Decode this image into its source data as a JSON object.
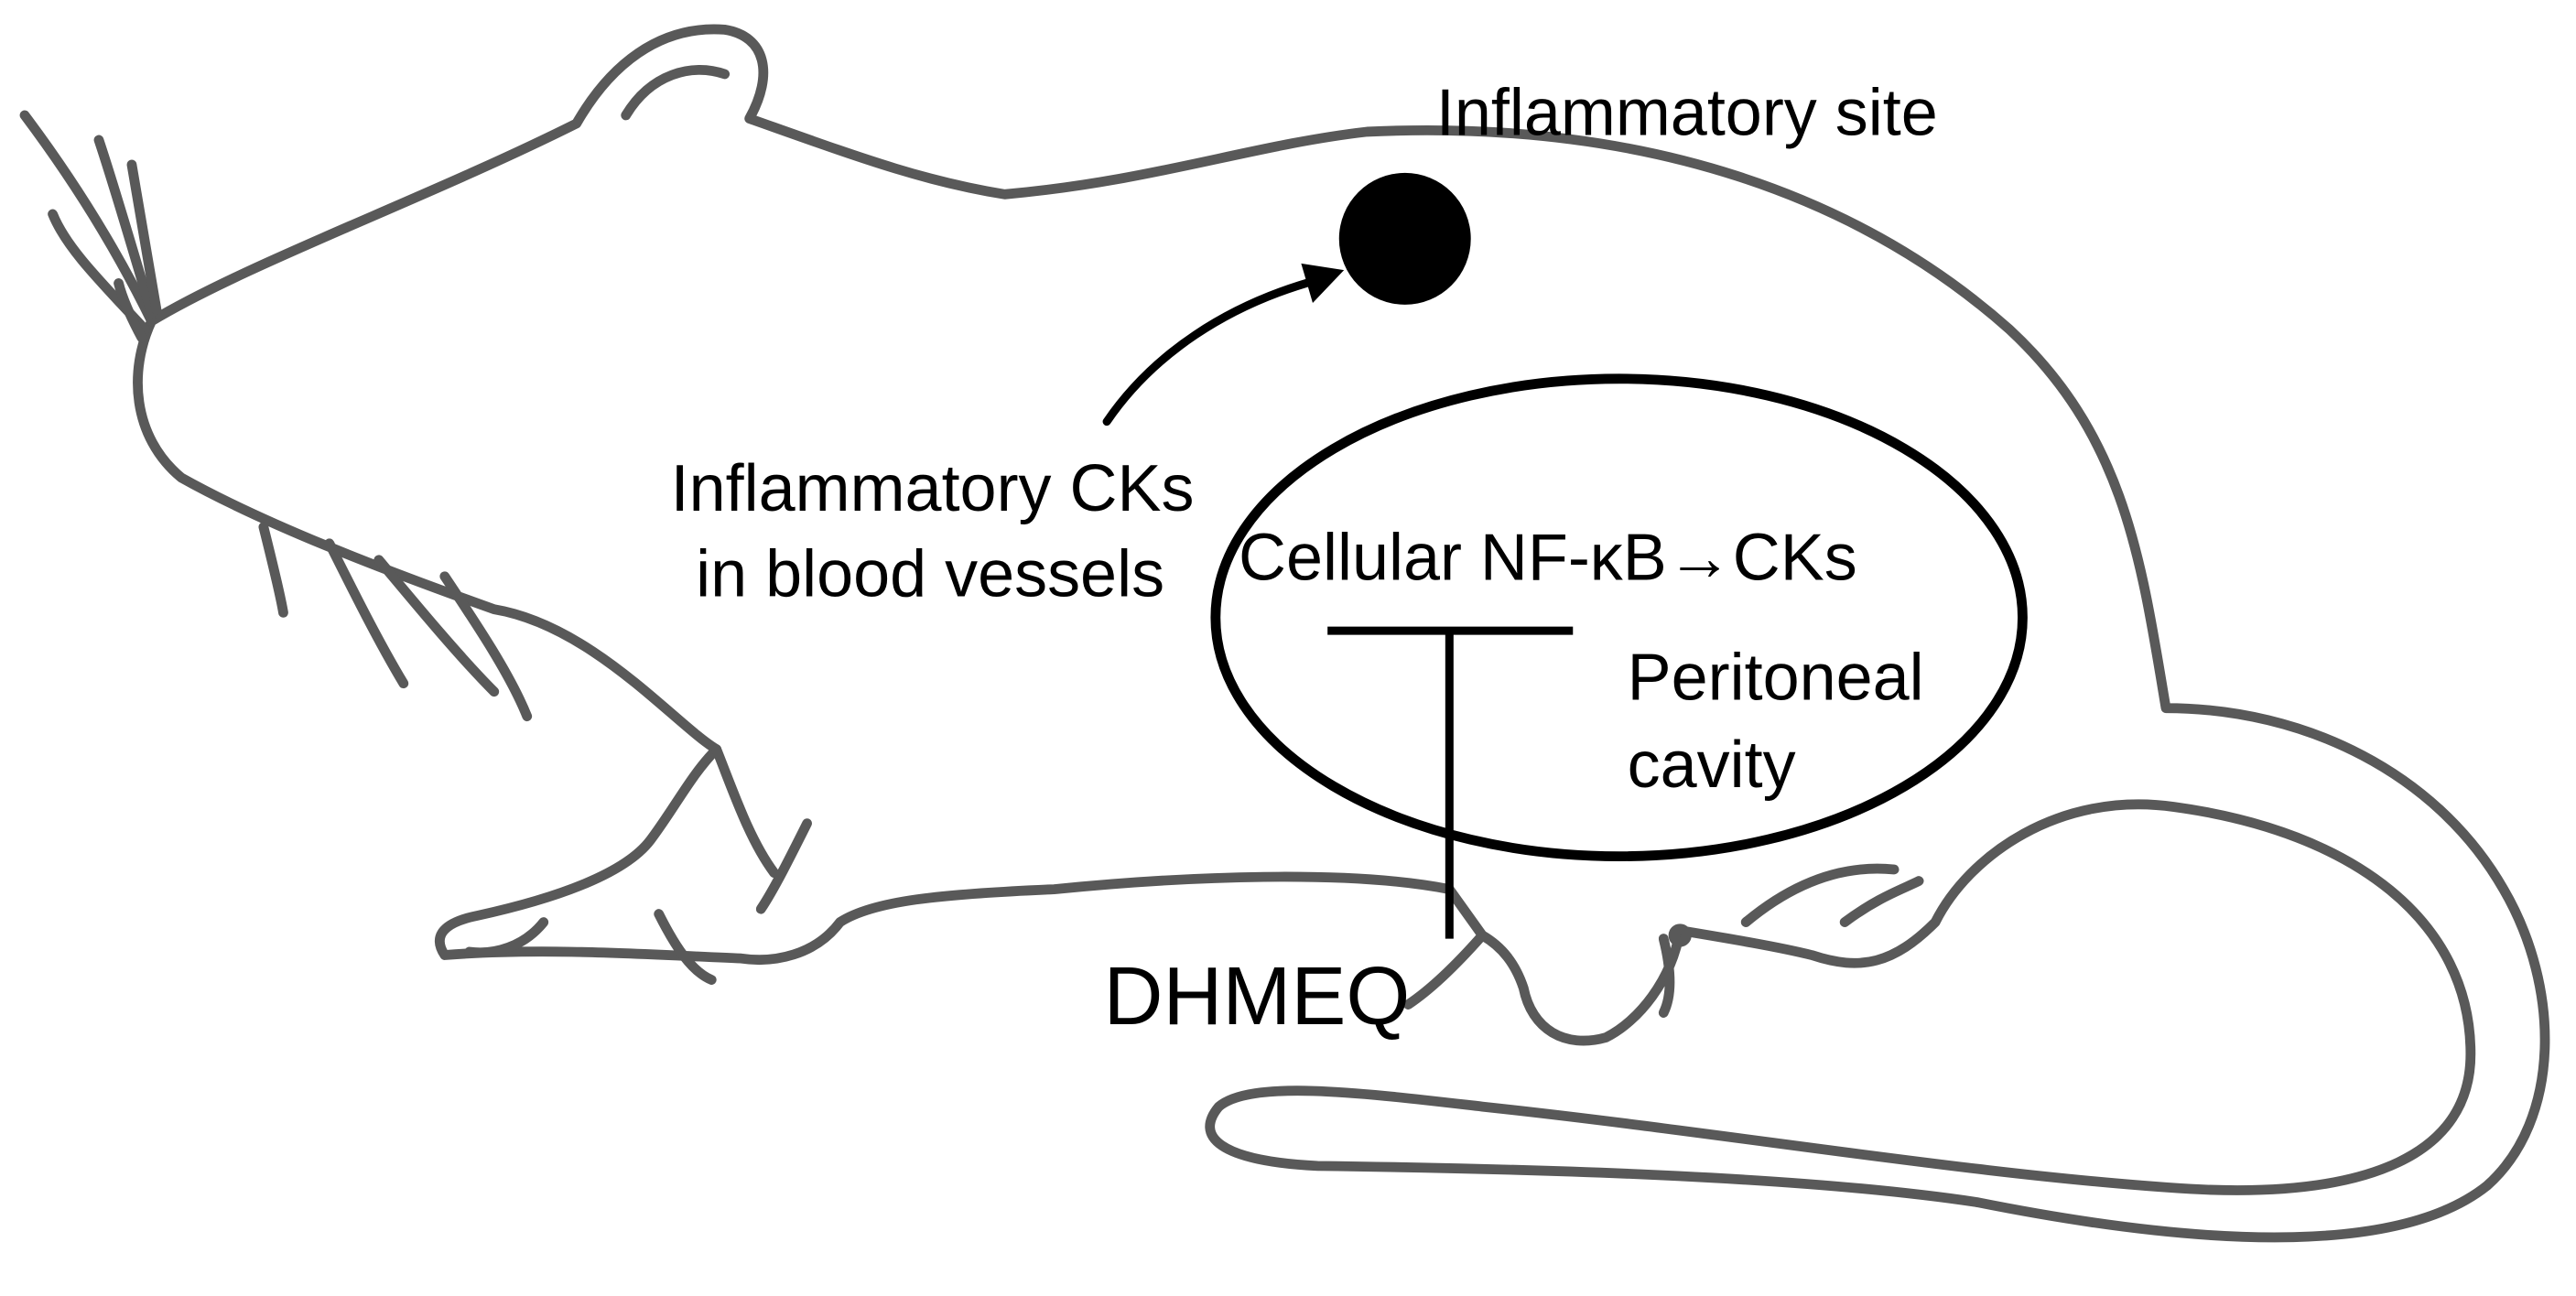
{
  "labels": {
    "inflammatory_site": "Inflammatory site",
    "cks_line1": "Inflammatory CKs",
    "cks_line2": "in blood vessels",
    "cellular": "Cellular NF-κB→CKs",
    "peritoneal_line1": "Peritoneal",
    "peritoneal_line2": "cavity",
    "drug": "DHMEQ"
  },
  "colors": {
    "outline": "#595959",
    "ink": "#000000",
    "background": "#ffffff"
  },
  "icons": {
    "animal": "mouse-silhouette-icon",
    "site": "filled-circle-icon"
  }
}
